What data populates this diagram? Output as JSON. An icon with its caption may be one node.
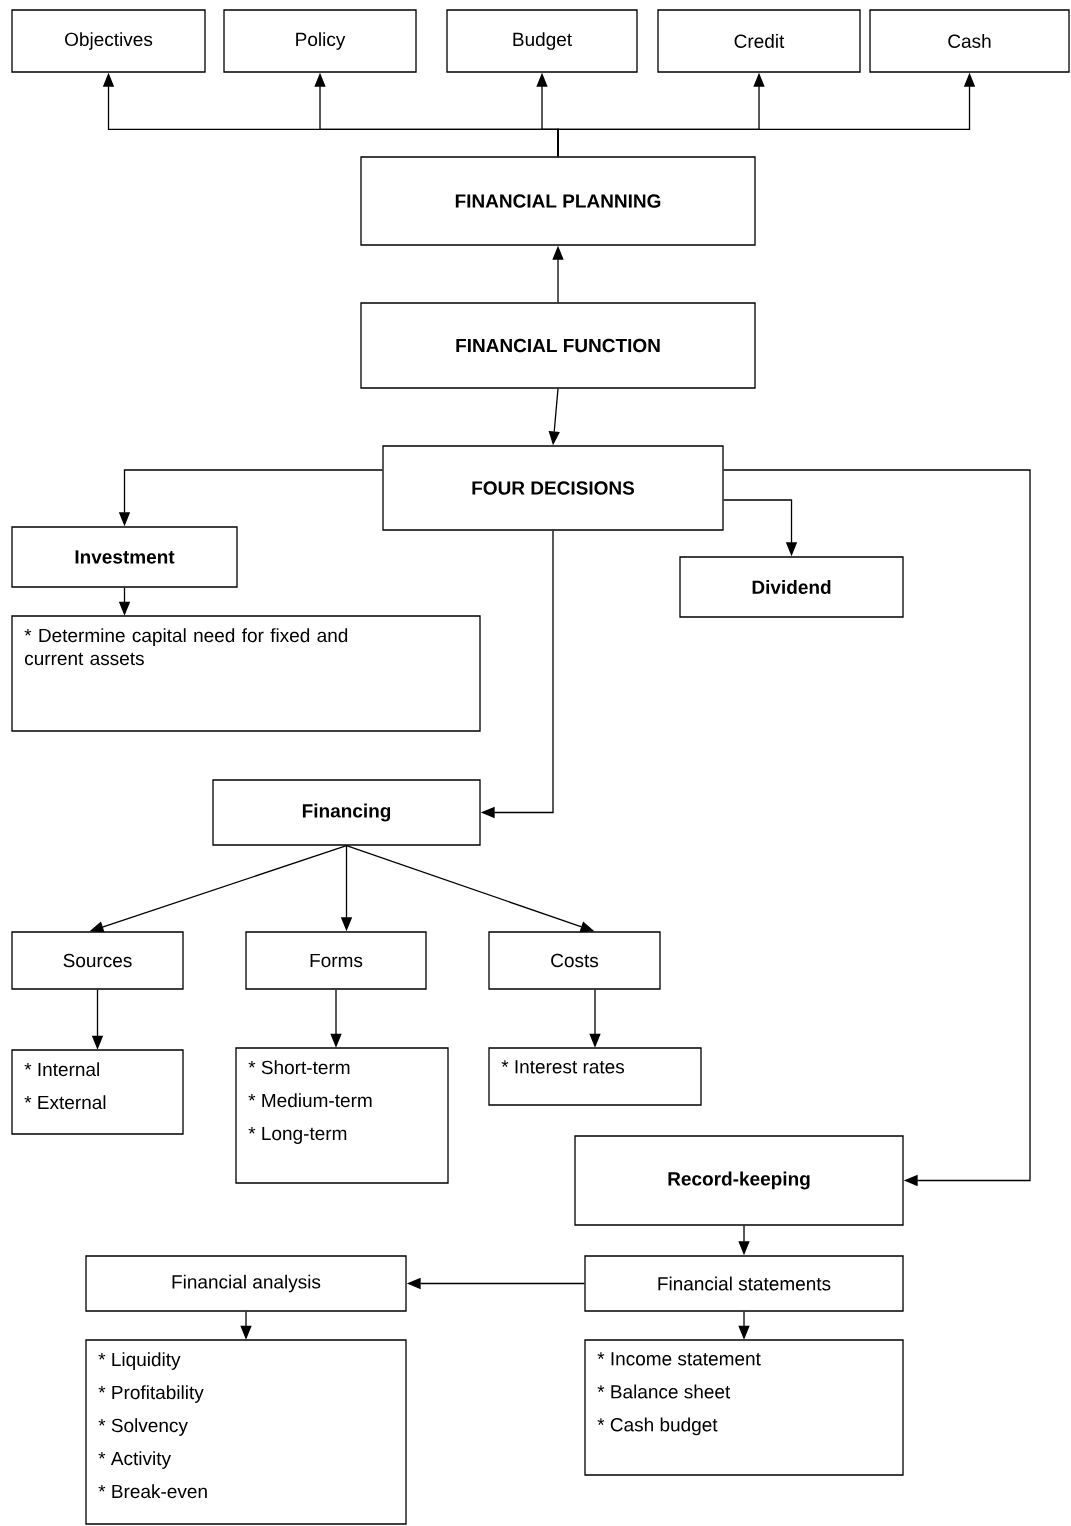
{
  "diagram": {
    "nodes": [
      {
        "text": [
          "Objectives"
        ]
      },
      {
        "text": [
          "Policy"
        ]
      },
      {
        "text": [
          "Budget"
        ]
      },
      {
        "text": [
          "Credit"
        ]
      },
      {
        "text": [
          "Cash"
        ]
      },
      {
        "text": [
          "FINANCIAL PLANNING"
        ]
      },
      {
        "text": [
          "FINANCIAL FUNCTION"
        ]
      },
      {
        "text": [
          "FOUR DECISIONS"
        ]
      },
      {
        "text": [
          "Investment"
        ]
      },
      {
        "text": [
          "Dividend"
        ]
      },
      {
        "text": [
          "* Determine capital need for fixed and current assets"
        ]
      },
      {
        "text": [
          "Financing"
        ]
      },
      {
        "text": [
          "Sources"
        ]
      },
      {
        "text": [
          "Forms"
        ]
      },
      {
        "text": [
          "Costs"
        ]
      },
      {
        "text": [
          "* Internal",
          "* External"
        ]
      },
      {
        "text": [
          "* Short-term",
          "* Medium-term",
          "* Long-term"
        ]
      },
      {
        "text": [
          "* Interest rates"
        ]
      },
      {
        "text": [
          "Record-keeping"
        ]
      },
      {
        "text": [
          "Financial analysis"
        ]
      },
      {
        "text": [
          "Financial statements"
        ]
      },
      {
        "text": [
          "* Liquidity",
          "* Profitability",
          "* Solvency",
          "* Activity",
          "* Break-even"
        ]
      },
      {
        "text": [
          "* Income statement",
          "* Balance sheet",
          "* Cash budget"
        ]
      }
    ],
    "edges": [
      {
        "from": 5,
        "to": 0,
        "arrow": "to"
      },
      {
        "from": 5,
        "to": 1,
        "arrow": "to"
      },
      {
        "from": 5,
        "to": 2,
        "arrow": "to"
      },
      {
        "from": 5,
        "to": 3,
        "arrow": "to"
      },
      {
        "from": 5,
        "to": 4,
        "arrow": "to"
      },
      {
        "from": 6,
        "to": 5,
        "arrow": "to"
      },
      {
        "from": 6,
        "to": 7,
        "arrow": "to"
      },
      {
        "from": 7,
        "to": 8,
        "arrow": "to"
      },
      {
        "from": 7,
        "to": 9,
        "arrow": "to"
      },
      {
        "from": 7,
        "to": 11,
        "arrow": "to"
      },
      {
        "from": 7,
        "to": 18,
        "arrow": "to"
      },
      {
        "from": 8,
        "to": 10,
        "arrow": "to"
      },
      {
        "from": 11,
        "to": 12,
        "arrow": "to"
      },
      {
        "from": 11,
        "to": 13,
        "arrow": "to"
      },
      {
        "from": 11,
        "to": 14,
        "arrow": "to"
      },
      {
        "from": 12,
        "to": 15,
        "arrow": "to"
      },
      {
        "from": 13,
        "to": 16,
        "arrow": "to"
      },
      {
        "from": 14,
        "to": 17,
        "arrow": "to"
      },
      {
        "from": 18,
        "to": 20,
        "arrow": "to"
      },
      {
        "from": 20,
        "to": 19,
        "arrow": "to"
      },
      {
        "from": 19,
        "to": 21,
        "arrow": "to"
      },
      {
        "from": 20,
        "to": 22,
        "arrow": "to"
      }
    ]
  }
}
